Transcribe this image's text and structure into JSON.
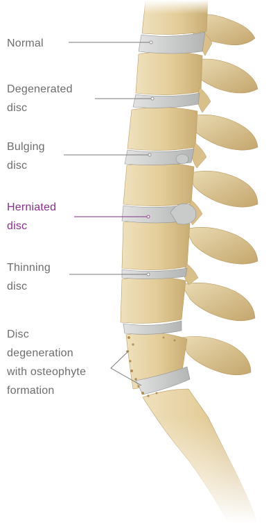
{
  "diagram": {
    "labels": [
      {
        "id": "normal",
        "lines": [
          "Normal"
        ],
        "highlight": false
      },
      {
        "id": "degenerated",
        "lines": [
          "Degenerated",
          "disc"
        ],
        "highlight": false
      },
      {
        "id": "bulging",
        "lines": [
          "Bulging",
          "disc"
        ],
        "highlight": false
      },
      {
        "id": "herniated",
        "lines": [
          "Herniated",
          "disc"
        ],
        "highlight": true
      },
      {
        "id": "thinning",
        "lines": [
          "Thinning",
          "disc"
        ],
        "highlight": false
      },
      {
        "id": "osteophyte",
        "lines": [
          "Disc",
          "degeneration",
          "with osteophyte",
          "formation"
        ],
        "highlight": false
      }
    ],
    "colors": {
      "text": "#6d6d6d",
      "highlight": "#8a2d8e",
      "bone": "#e6d3a6",
      "bone_shadow": "#c7ae78",
      "disc": "#cfd1d0",
      "leader": "#7a7a7a"
    }
  }
}
